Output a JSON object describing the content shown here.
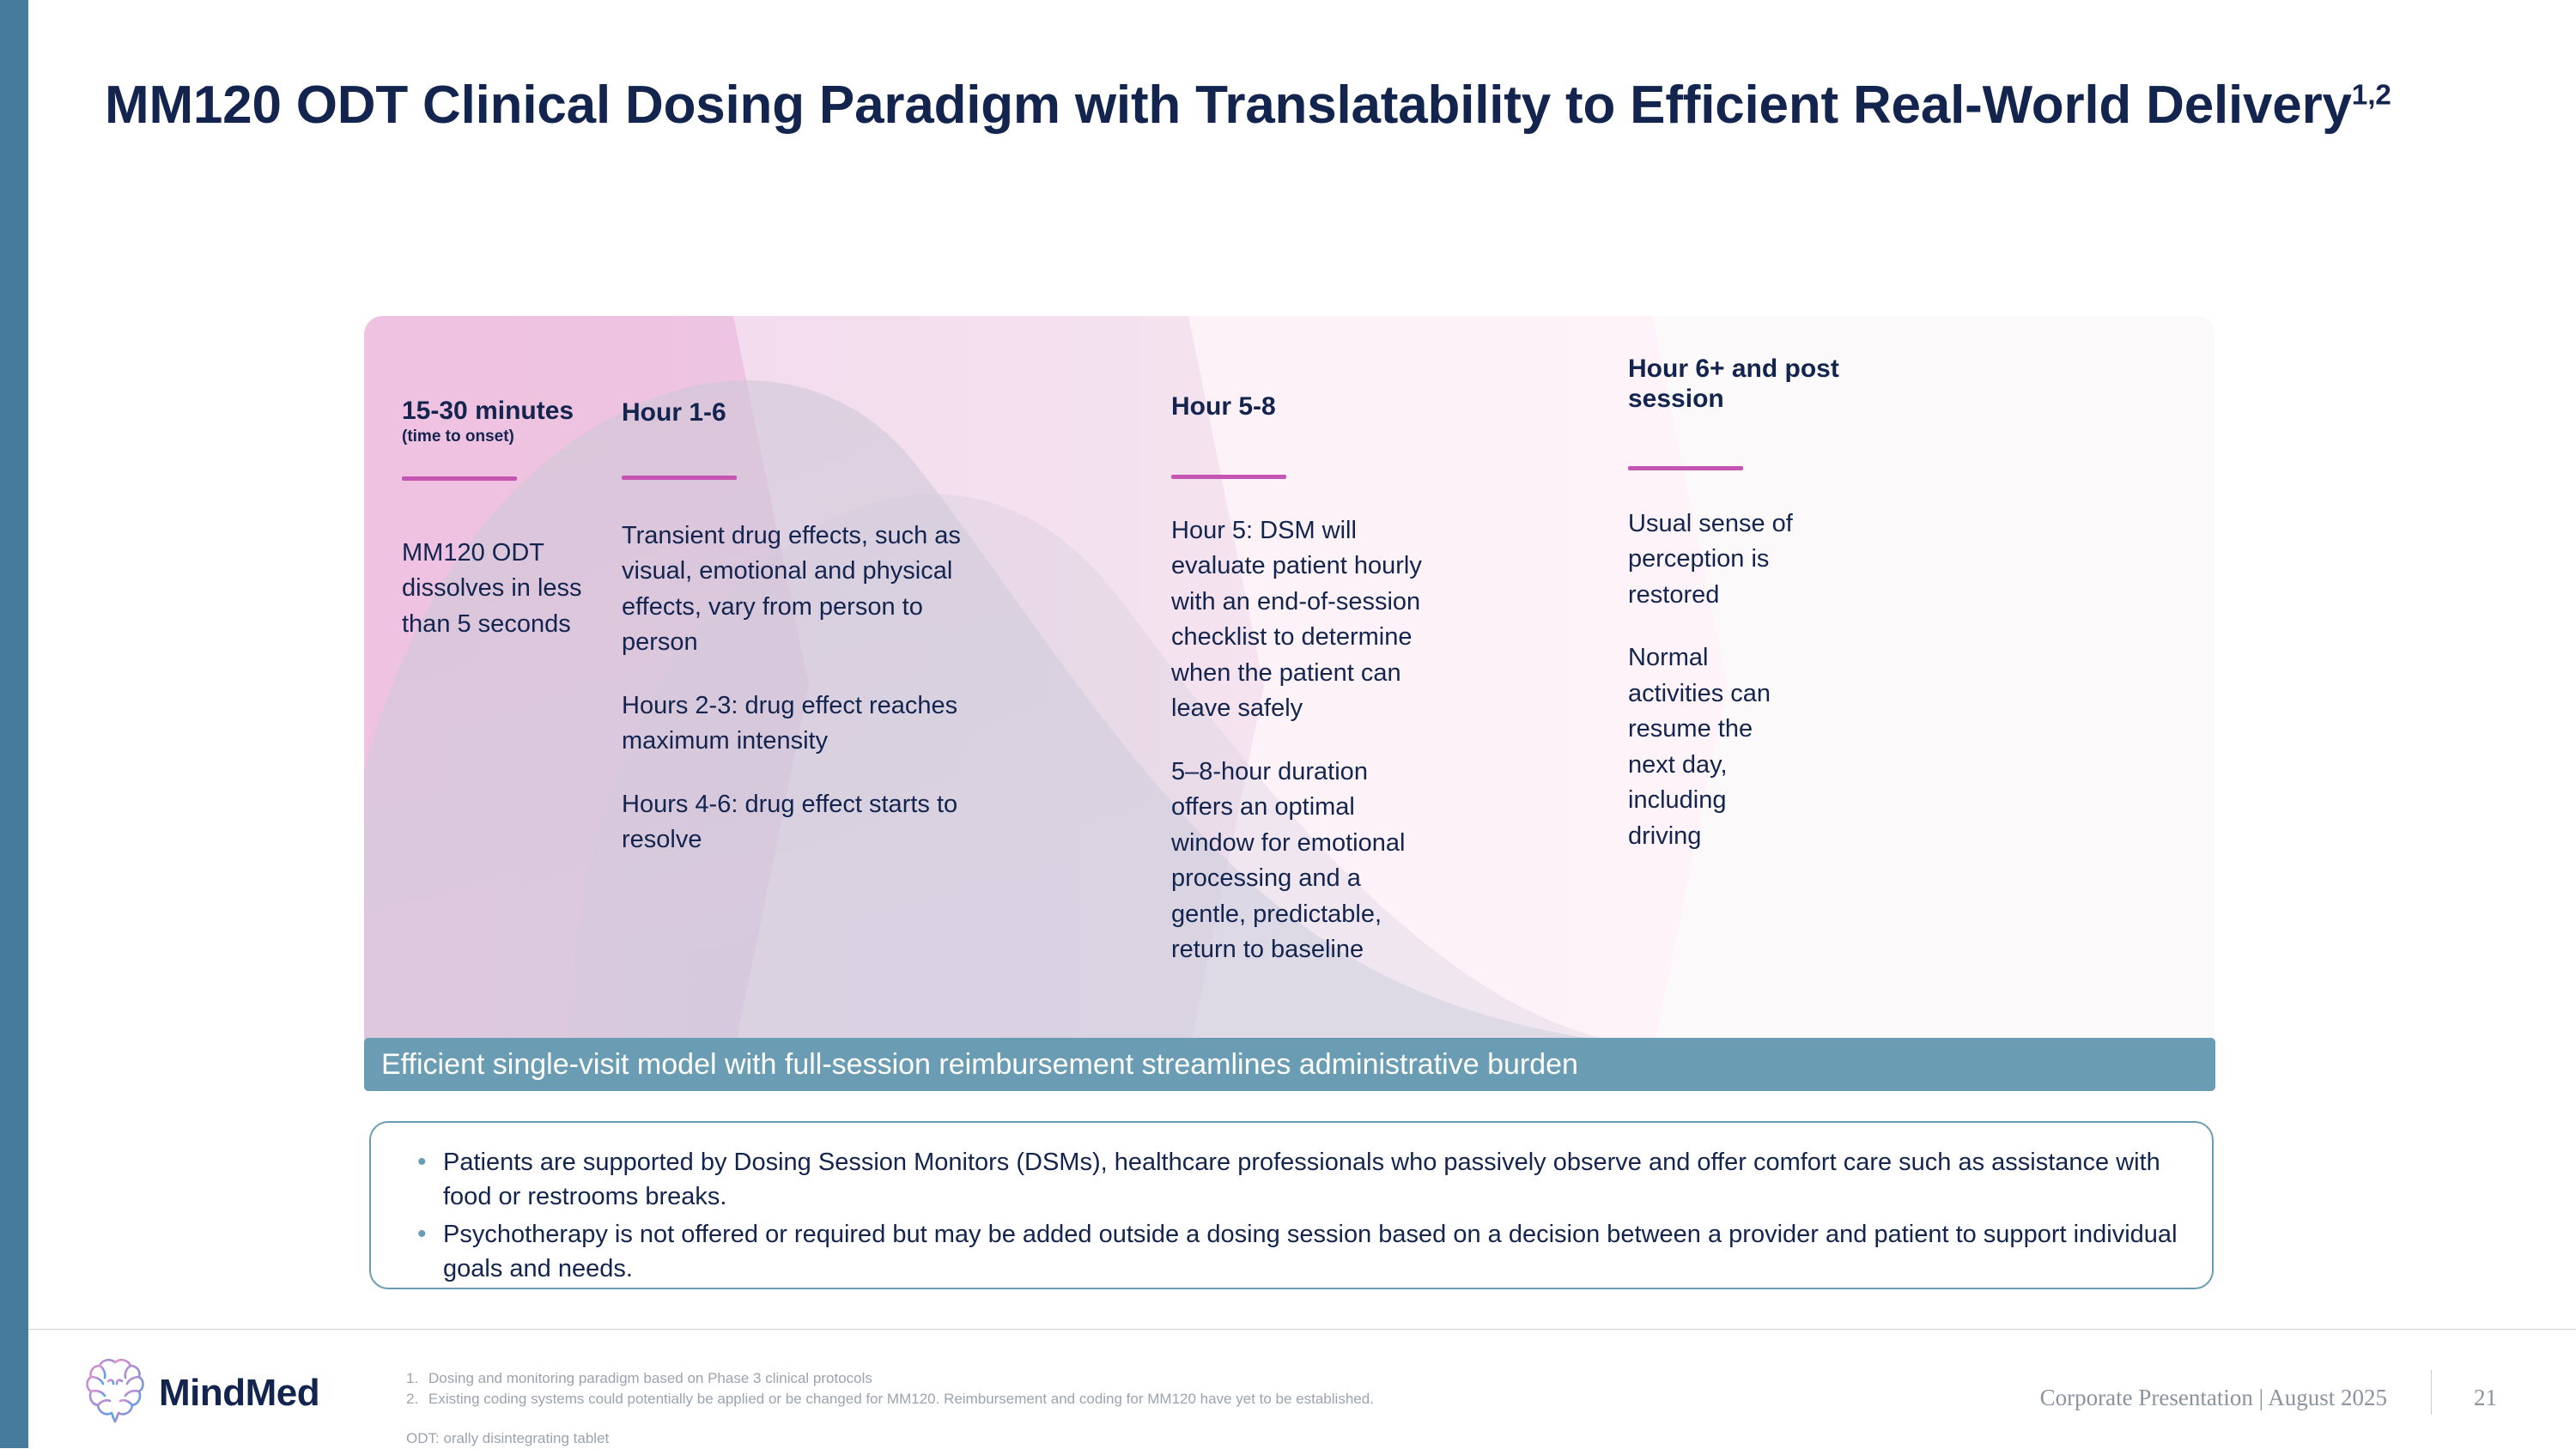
{
  "slide": {
    "title_main": "MM120 ODT Clinical Dosing Paradigm with Translatability to Efficient Real-World Delivery",
    "title_superscript": "1,2",
    "accent_bar_color": "#477b9e",
    "title_color": "#13254f",
    "rule_color": "#c455b2",
    "banner_color": "#6a9cb3"
  },
  "diagram": {
    "panels": [
      {
        "heading": "15-30 minutes",
        "subheading": "(time to onset)",
        "body": [
          "MM120 ODT dissolves in less than 5 seconds"
        ]
      },
      {
        "heading": "Hour 1-6",
        "subheading": "",
        "body": [
          "Transient drug effects, such as visual, emotional and physical effects, vary from person to person",
          "Hours 2-3: drug effect reaches maximum intensity",
          "Hours 4-6: drug effect starts to resolve"
        ]
      },
      {
        "heading": "Hour 5-8",
        "subheading": "",
        "body": [
          "Hour 5: DSM will evaluate patient hourly with an end-of-session checklist to determine when the patient can leave safely",
          "5–8-hour duration offers an optimal window for emotional processing and a gentle, predictable, return to baseline"
        ]
      },
      {
        "heading": "Hour 6+ and post session",
        "subheading": "",
        "body": [
          "Usual sense of perception is restored",
          "Normal activities can resume the next day, including driving"
        ]
      }
    ]
  },
  "banner": {
    "text": "Efficient single-visit model with full-session reimbursement streamlines administrative burden"
  },
  "notes": {
    "bullet_char": "•",
    "items": [
      "Patients are supported by Dosing Session Monitors (DSMs), healthcare professionals who passively observe and offer comfort care such as assistance with food or restrooms breaks.",
      "Psychotherapy is not offered or required but may be added outside a dosing session based on a decision between a provider and patient to support individual goals and needs."
    ]
  },
  "footer": {
    "logo_text": "MindMed",
    "footnotes": [
      {
        "num": "1.",
        "text": "Dosing and monitoring paradigm based on Phase 3 clinical protocols"
      },
      {
        "num": "2.",
        "text": "Existing coding systems could potentially be applied or be changed for MM120. Reimbursement and coding for MM120 have yet to be established."
      }
    ],
    "abbreviation": "ODT: orally disintegrating tablet",
    "presentation_info": "Corporate Presentation | August 2025",
    "page_number": "21"
  }
}
